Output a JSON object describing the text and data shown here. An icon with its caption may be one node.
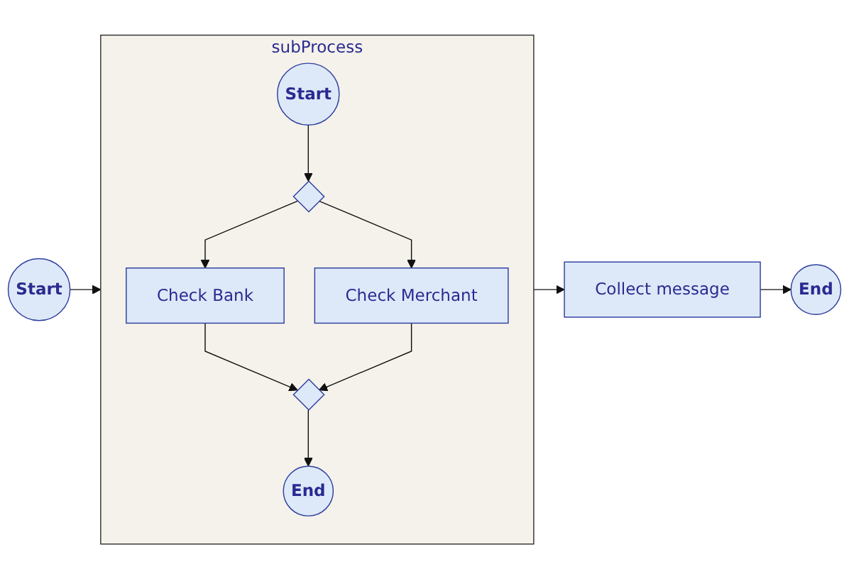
{
  "diagram": {
    "nodes": [
      {
        "text": [
          "Start"
        ]
      },
      {
        "text": [
          "subProcess"
        ]
      },
      {
        "text": [
          "Start"
        ],
        "in": 1
      },
      {
        "text": [],
        "shape": "diamond",
        "in": 1
      },
      {
        "text": [
          "Check Bank"
        ],
        "in": 1
      },
      {
        "text": [
          "Check Merchant"
        ],
        "in": 1
      },
      {
        "text": [],
        "shape": "diamond",
        "in": 1
      },
      {
        "text": [
          "End"
        ],
        "in": 1
      },
      {
        "text": [
          "Collect message"
        ]
      },
      {
        "text": [
          "End"
        ]
      }
    ],
    "edges": [
      {
        "from": 0,
        "to": 1,
        "arrow": "to"
      },
      {
        "from": 2,
        "to": 3,
        "arrow": "to"
      },
      {
        "from": 3,
        "to": 4,
        "arrow": "to"
      },
      {
        "from": 3,
        "to": 5,
        "arrow": "to"
      },
      {
        "from": 4,
        "to": 6,
        "arrow": "to"
      },
      {
        "from": 5,
        "to": 6,
        "arrow": "to"
      },
      {
        "from": 6,
        "to": 7,
        "arrow": "to"
      },
      {
        "from": 1,
        "to": 8,
        "arrow": "to"
      },
      {
        "from": 8,
        "to": 9,
        "arrow": "to"
      }
    ]
  }
}
